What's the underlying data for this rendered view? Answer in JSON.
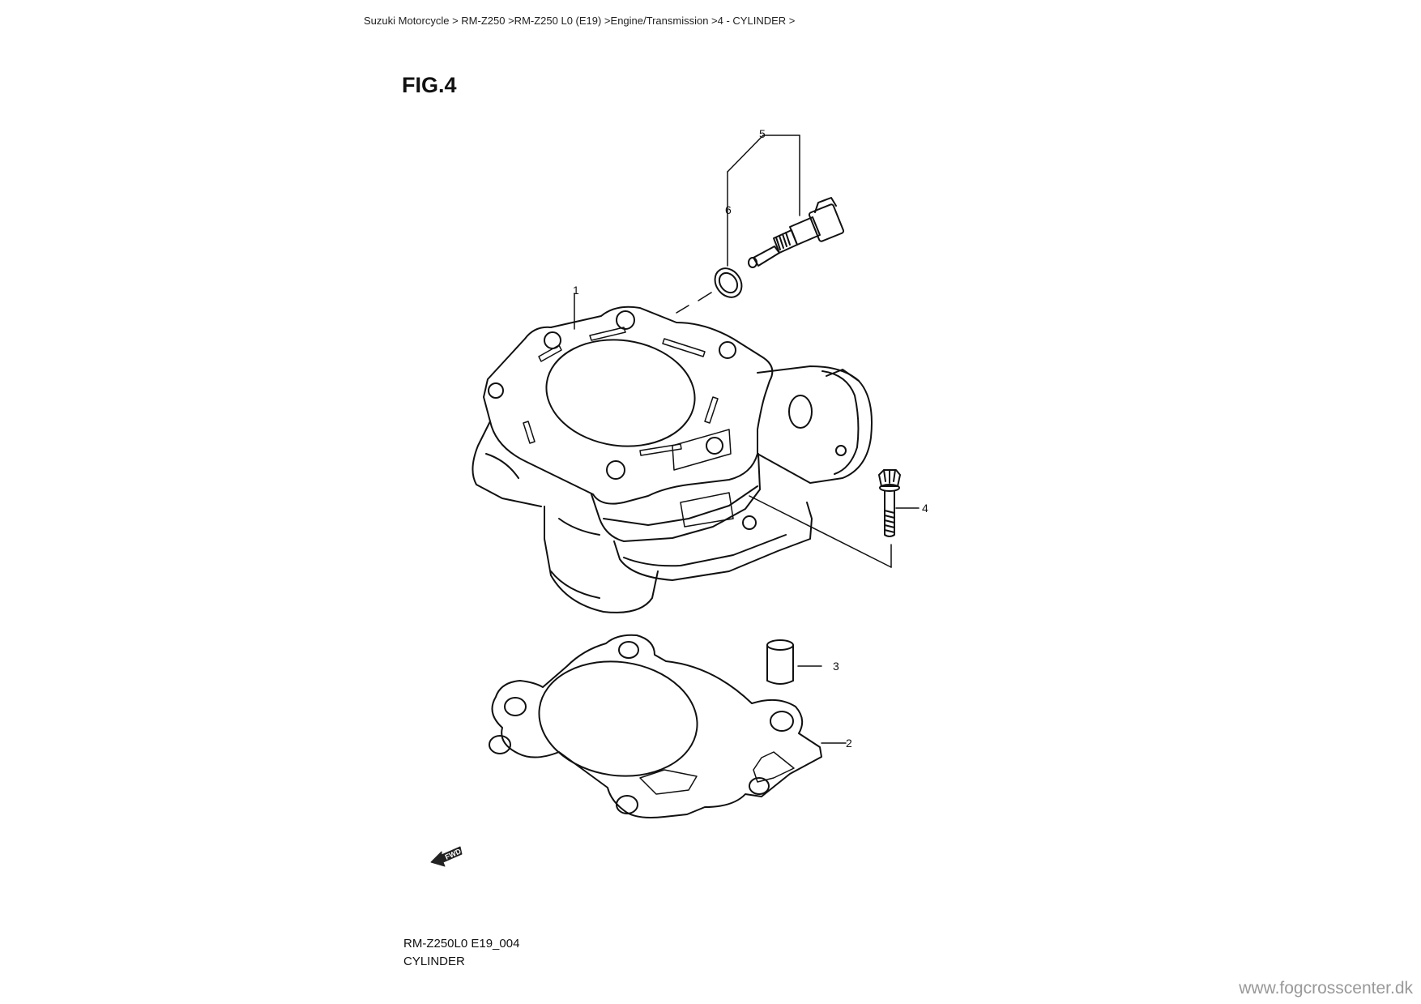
{
  "breadcrumb": "Suzuki Motorcycle > RM-Z250 >RM-Z250 L0 (E19) >Engine/Transmission >4 - CYLINDER >",
  "figure_title": "FIG.4",
  "callouts": {
    "c1": "1",
    "c2": "2",
    "c3": "3",
    "c4": "4",
    "c5": "5",
    "c6": "6"
  },
  "fwd_label": "FWD",
  "diagram_code": "RM-Z250L0 E19_004",
  "diagram_name": "CYLINDER",
  "watermark": "www.fogcrosscenter.dk"
}
